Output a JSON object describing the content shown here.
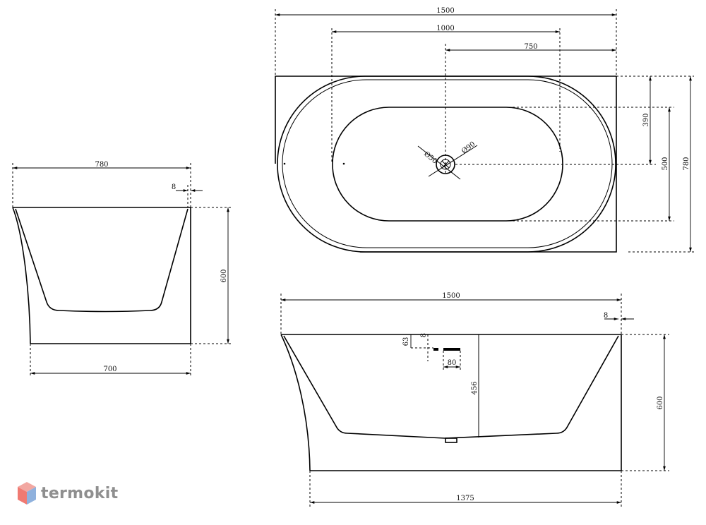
{
  "top_view": {
    "dim_width": "1500",
    "dim_inner": "1000",
    "dim_drain": "750",
    "dim_390": "390",
    "dim_500": "500",
    "dim_depth": "780",
    "drain_small": "Ø50",
    "drain_large": "Ø90"
  },
  "side_view": {
    "dim_top": "780",
    "dim_wall": "8",
    "dim_height": "600",
    "dim_base": "700"
  },
  "front_view": {
    "dim_top": "1500",
    "dim_wall": "8",
    "dim_63": "63",
    "dim_8b": "8",
    "dim_80": "80",
    "dim_456": "456",
    "dim_height": "600",
    "dim_base": "1375"
  },
  "brand": {
    "name": "termokit",
    "colors": {
      "top": "#f2a7a1",
      "left": "#f07a72",
      "right": "#8fb1dd",
      "bottom": "#4f7fc7"
    }
  }
}
